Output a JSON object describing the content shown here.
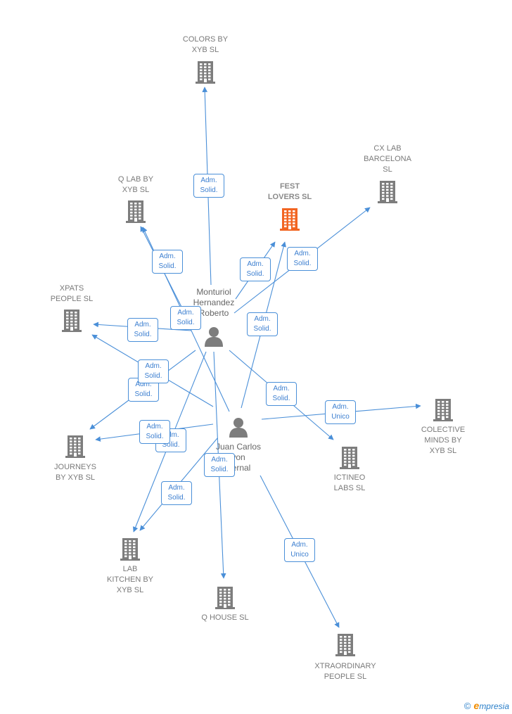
{
  "colors": {
    "edge": "#4a8fd8",
    "company": "#7d7d7d",
    "focal": "#f26522",
    "person": "#7d7d7d"
  },
  "companies": [
    {
      "id": "colors",
      "label": "COLORS BY\nXYB  SL"
    },
    {
      "id": "qlab",
      "label": "Q LAB BY\nXYB  SL"
    },
    {
      "id": "fest",
      "label": "FEST\nLOVERS  SL",
      "focal": true
    },
    {
      "id": "cxlab",
      "label": "CX LAB\nBARCELONA\nSL"
    },
    {
      "id": "xpats",
      "label": "XPATS\nPEOPLE  SL"
    },
    {
      "id": "journeys",
      "label": "JOURNEYS\nBY XYB  SL"
    },
    {
      "id": "colective",
      "label": "COLECTIVE\nMINDS BY\nXYB  SL"
    },
    {
      "id": "ictineo",
      "label": "ICTINEO\nLABS  SL"
    },
    {
      "id": "labkitchen",
      "label": "LAB\nKITCHEN BY\nXYB  SL"
    },
    {
      "id": "qhouse",
      "label": "Q HOUSE  SL"
    },
    {
      "id": "xtraordinary",
      "label": "XTRAORDINARY\nPEOPLE  SL"
    }
  ],
  "persons": [
    {
      "id": "monturiol",
      "label": "Monturiol\nHernandez\nRoberto"
    },
    {
      "id": "juancarlos",
      "label": "Juan Carlos\nvon\nBernal"
    }
  ],
  "edges": [
    {
      "from": "monturiol",
      "to": "colors",
      "label": "Adm.\nSolid."
    },
    {
      "from": "monturiol",
      "to": "qlab",
      "label": "Adm.\nSolid."
    },
    {
      "from": "monturiol",
      "to": "fest",
      "label": "Adm.\nSolid."
    },
    {
      "from": "monturiol",
      "to": "cxlab",
      "label": "Adm.\nSolid."
    },
    {
      "from": "monturiol",
      "to": "xpats",
      "label": "Adm.\nSolid."
    },
    {
      "from": "monturiol",
      "to": "journeys",
      "label": "Adm.\nSolid."
    },
    {
      "from": "monturiol",
      "to": "ictineo",
      "label": "Adm.\nSolid."
    },
    {
      "from": "monturiol",
      "to": "labkitchen",
      "label": "Adm.\nSolid."
    },
    {
      "from": "monturiol",
      "to": "qhouse",
      "label": "Adm.\nSolid."
    },
    {
      "from": "juancarlos",
      "to": "qlab",
      "label": "Adm.\nSolid."
    },
    {
      "from": "juancarlos",
      "to": "fest",
      "label": "Adm.\nSolid."
    },
    {
      "from": "juancarlos",
      "to": "xpats",
      "label": "Adm.\nSolid."
    },
    {
      "from": "juancarlos",
      "to": "journeys",
      "label": "Adm.\nSolid."
    },
    {
      "from": "juancarlos",
      "to": "colective",
      "label": "Adm.\nUnico"
    },
    {
      "from": "juancarlos",
      "to": "labkitchen",
      "label": "Adm.\nSolid."
    },
    {
      "from": "juancarlos",
      "to": "xtraordinary",
      "label": "Adm.\nUnico"
    }
  ],
  "footer": {
    "copyright": "©",
    "brand_initial": "e",
    "brand_rest": "mpresia"
  }
}
